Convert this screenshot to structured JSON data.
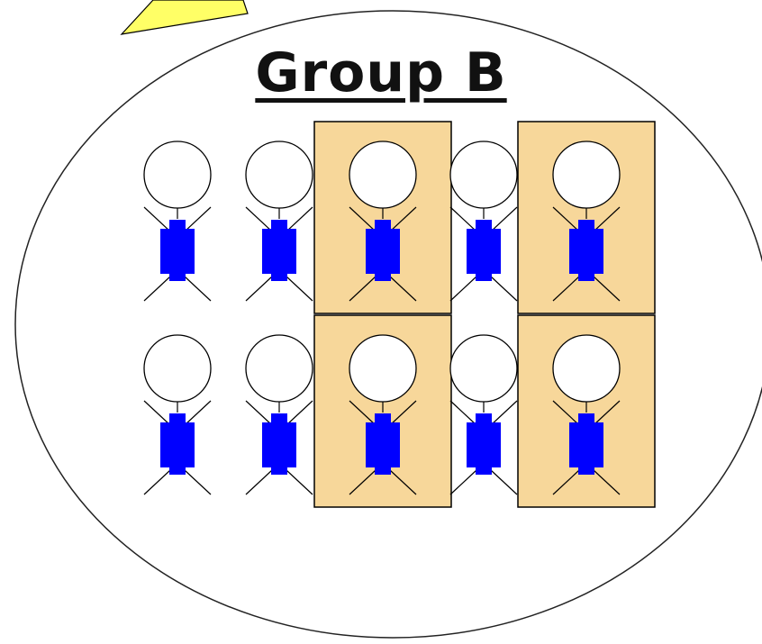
{
  "group": {
    "title": "Group B"
  },
  "colors": {
    "highlight_fill": "#f7d79a",
    "body_fill": "#0000ff",
    "callout_fill": "#ffff66",
    "stroke": "#000000"
  },
  "figures": {
    "rows": 2,
    "columns": 5,
    "highlighted_columns": [
      3,
      5
    ]
  },
  "icons": [
    "stick-figure-icon",
    "callout-pointer-icon"
  ]
}
